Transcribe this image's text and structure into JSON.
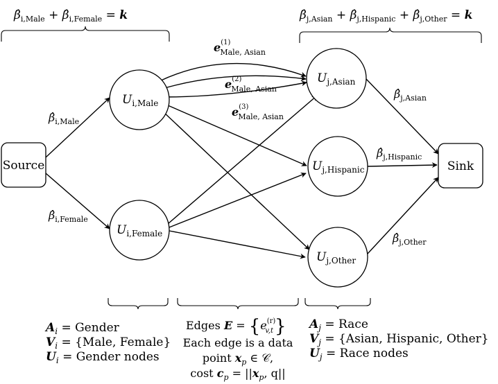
{
  "nodes": {
    "source": "Source",
    "sink": "Sink",
    "u_i_male": {
      "main": "U",
      "sub": "i,Male"
    },
    "u_i_female": {
      "main": "U",
      "sub": "i,Female"
    },
    "u_j_asian": {
      "main": "U",
      "sub": "j,Asian"
    },
    "u_j_hispanic": {
      "main": "U",
      "sub": "j,Hispanic"
    },
    "u_j_other": {
      "main": "U",
      "sub": "j,Other"
    }
  },
  "constraints": {
    "left": {
      "b1_sub": "i,Male",
      "b2_sub": "i,Female",
      "k": "k"
    },
    "right": {
      "b1_sub": "j,Asian",
      "b2_sub": "j,Hispanic",
      "b3_sub": "j,Other",
      "k": "k"
    }
  },
  "edge_labels": {
    "beta_i_male": "i,Male",
    "beta_i_female": "i,Female",
    "beta_j_asian": "j,Asian",
    "beta_j_hispanic": "j,Hispanic",
    "beta_j_other": "j,Other",
    "e1": {
      "sup": "(1)",
      "sub": "Male, Asian"
    },
    "e2": {
      "sup": "(2)",
      "sub": "Male, Asian"
    },
    "e3": {
      "sup": "(3)",
      "sub": "Male, Asian"
    }
  },
  "legend_left": {
    "a_var": "A",
    "a_sub": "i",
    "a_text": " = Gender",
    "v_var": "V",
    "v_sub": "i",
    "v_text": " = {Male, Female}",
    "u_var": "U",
    "u_sub": "i",
    "u_text": " = Gender nodes"
  },
  "legend_middle": {
    "edges_prefix": "Edges ",
    "e_var": "E",
    "eq": " = ",
    "e_small": "e",
    "e_sup": "(r)",
    "e_sub": "v,t",
    "line2": "Each edge is a data",
    "line3_a": "point ",
    "x_var": "x",
    "x_sub": "p",
    "in_c": " ∈ 𝒞,",
    "line4_a": "cost ",
    "c_var": "c",
    "c_sub": "p",
    "c_eq": " = ||",
    "x2_var": "x",
    "x2_sub": "p",
    "comma_q": ", q||"
  },
  "legend_right": {
    "a_var": "A",
    "a_sub": "j",
    "a_text": " = Race",
    "v_var": "V",
    "v_sub": "j",
    "v_text": " = {Asian, Hispanic, Other}",
    "u_var": "U",
    "u_sub": "j",
    "u_text": " = Race nodes"
  }
}
